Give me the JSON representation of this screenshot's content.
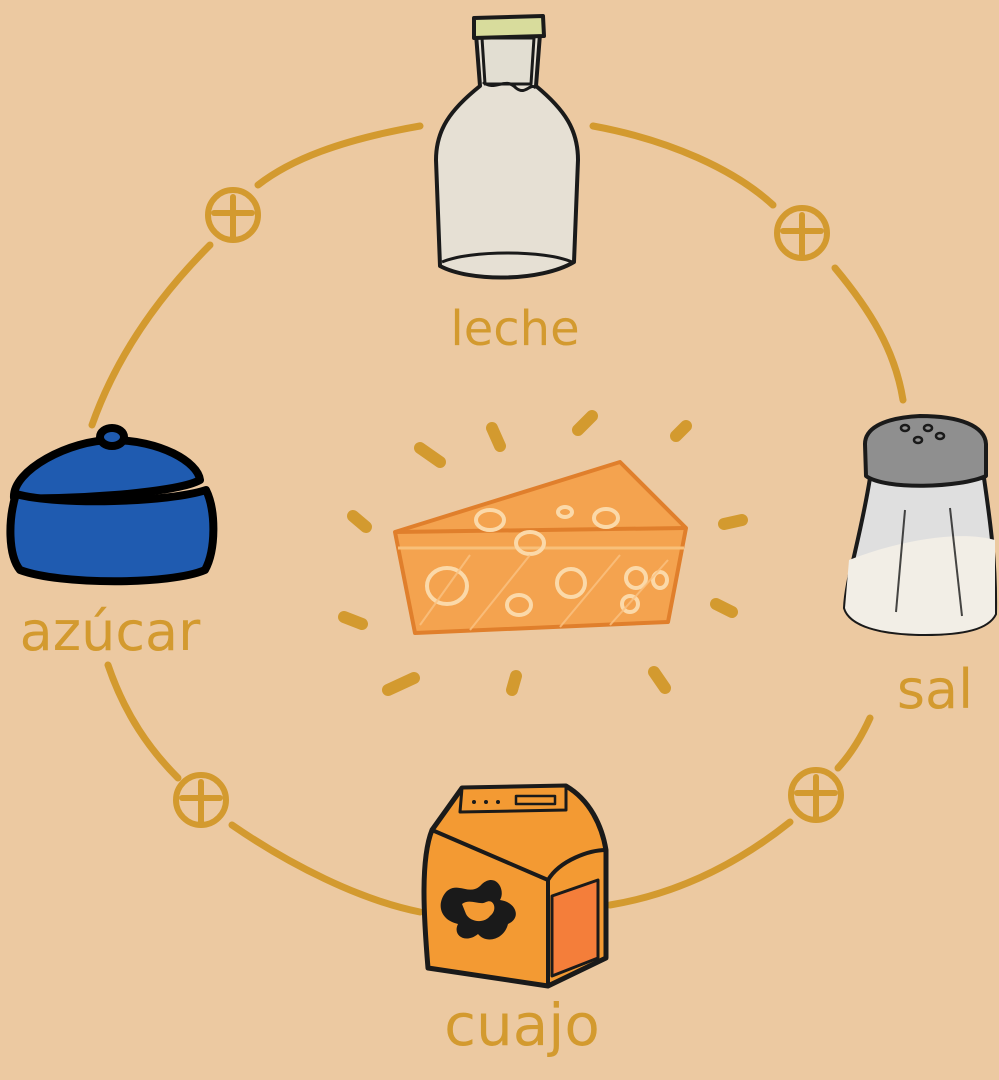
{
  "colors": {
    "background": "#ecc9a1",
    "ring": "#d39a2f",
    "outline": "#1a1a1a",
    "pot": "#1f5bb0",
    "cheese": "#f4a34f",
    "carton": "#f39a33",
    "glass": "#e6e0d4",
    "shaker_cap": "#8f8f8f"
  },
  "ingredients": [
    {
      "label": "leche",
      "icon": "milk-bottle-icon"
    },
    {
      "label": "sal",
      "icon": "salt-shaker-icon"
    },
    {
      "label": "cuajo",
      "icon": "rennet-carton-icon"
    },
    {
      "label": "azúcar",
      "icon": "sugar-pot-icon"
    }
  ],
  "center": {
    "icon": "cheese-wedge-icon"
  },
  "connector": {
    "icon": "plus-icon"
  }
}
